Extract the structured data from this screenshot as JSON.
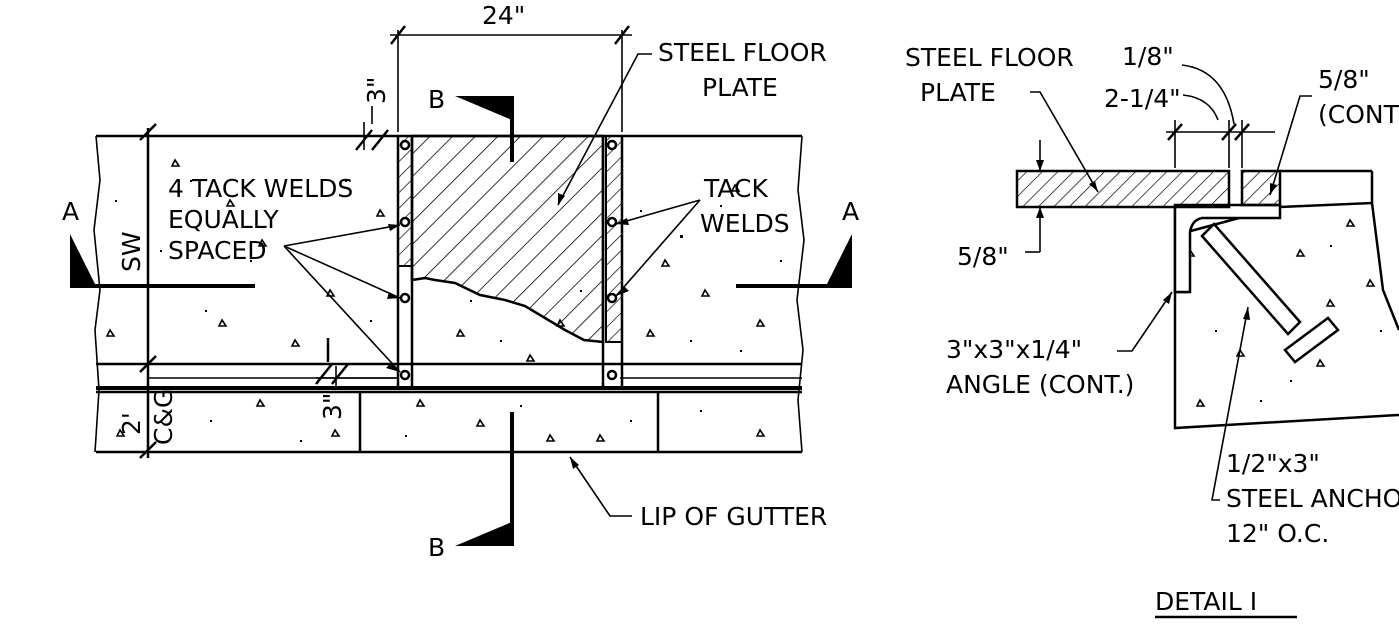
{
  "plan": {
    "dim_width": "24\"",
    "dim_top_gap": "3\"",
    "dim_bottom_gap": "3\"",
    "label_steel_plate": [
      "STEEL FLOOR",
      "PLATE"
    ],
    "label_tack_left": [
      "4 TACK WELDS",
      "EQUALLY",
      "SPACED"
    ],
    "label_tack_right": [
      "TACK",
      "WELDS"
    ],
    "label_sw": "SW",
    "label_cg_dim": "2'",
    "label_cg": "C&G",
    "label_gutter": "LIP OF GUTTER",
    "section_a": "A",
    "section_b": "B"
  },
  "detail": {
    "label_steel_plate": [
      "STEEL FLOOR",
      "PLATE"
    ],
    "dim_eighth": "1/8\"",
    "dim_two_quarter": "2-1/4\"",
    "dim_five_eighth_cont": [
      "5/8\"",
      "(CONT"
    ],
    "dim_five_eighth_thk": "5/8\"",
    "label_angle": [
      "3\"x3\"x1/4\"",
      "ANGLE (CONT.)"
    ],
    "label_anchor": [
      "1/2\"x3\"",
      "STEEL ANCHO",
      "12\" O.C."
    ],
    "title": "DETAIL I"
  }
}
